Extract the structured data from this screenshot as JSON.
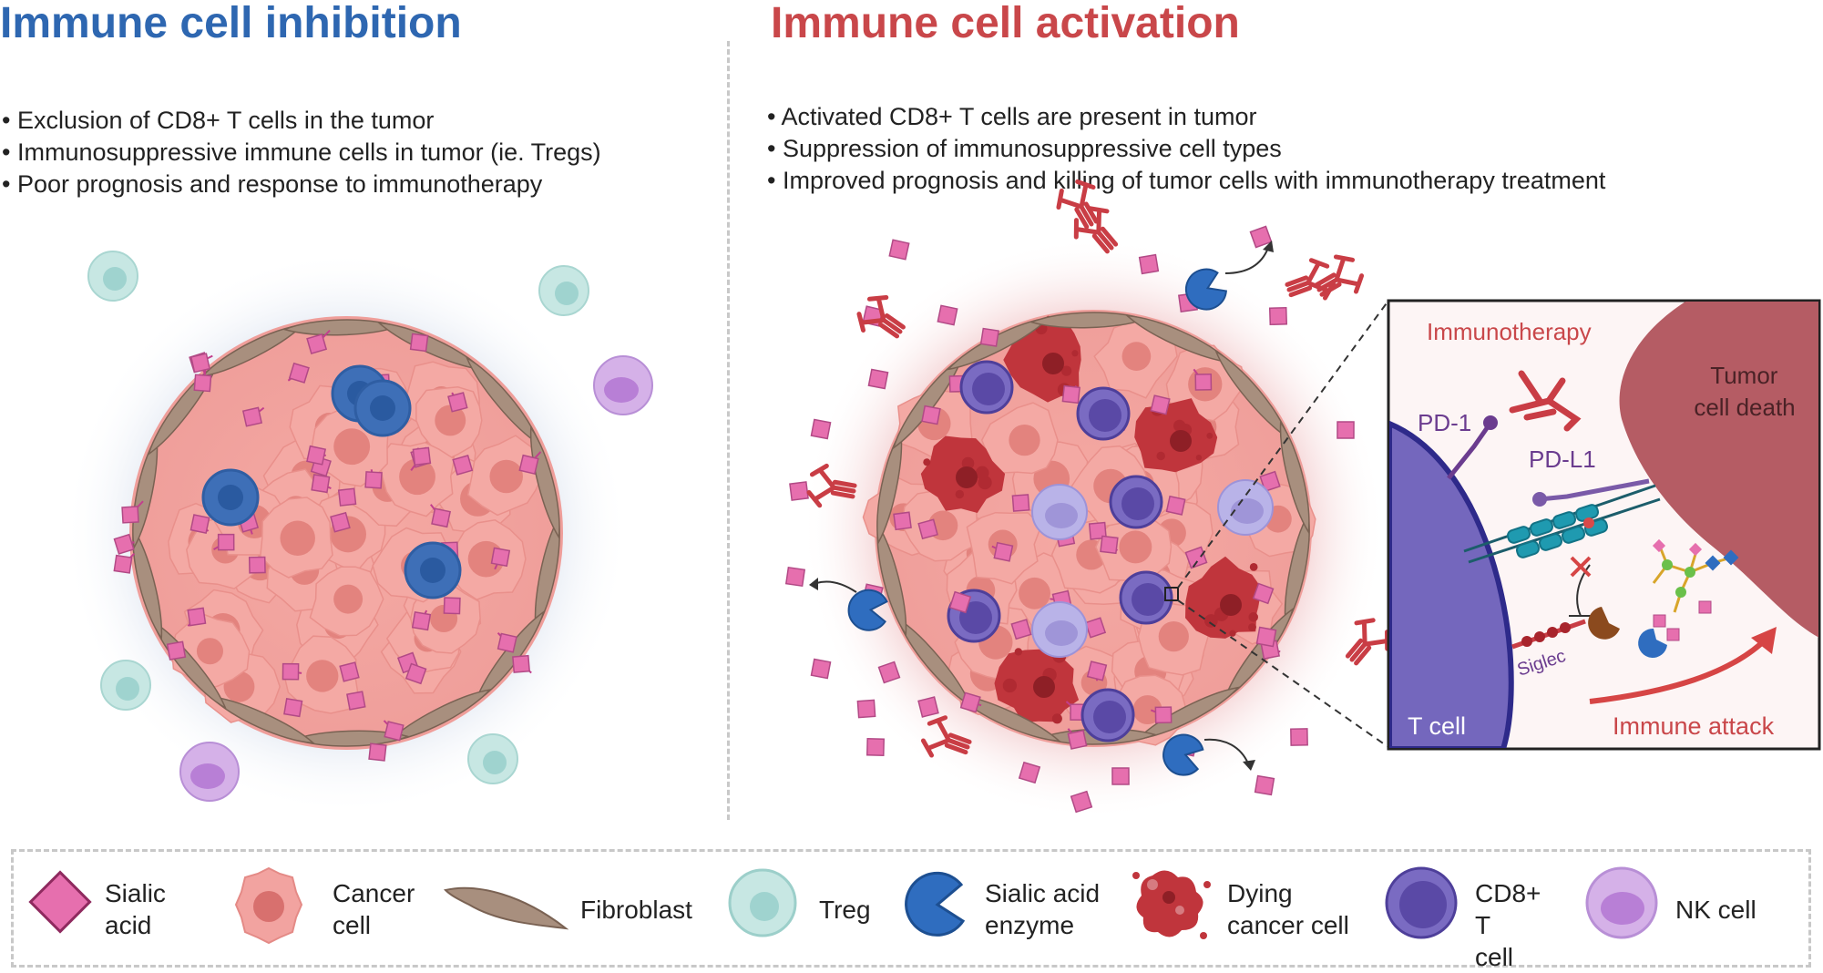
{
  "panels": {
    "left": {
      "title": "Immune cell inhibition",
      "bullets": [
        "Exclusion of CD8+ T cells in the tumor",
        "Immunosuppressive immune cells in tumor (ie. Tregs)",
        "Poor prognosis and response to immunotherapy"
      ]
    },
    "right": {
      "title": "Immune cell activation",
      "bullets": [
        "Activated CD8+ T cells are present in tumor",
        "Suppression of immunosuppressive cell types",
        "Improved prognosis and killing of tumor cells with immunotherapy treatment"
      ]
    }
  },
  "inset": {
    "immunotherapy": "Immunotherapy",
    "tumor_death": "Tumor\ncell death",
    "pd1": "PD-1",
    "pdl1": "PD-L1",
    "siglec": "Siglec",
    "tcell": "T cell",
    "immune_attack": "Immune attack"
  },
  "legend": [
    {
      "icon": "sialic-acid-icon",
      "label": "Sialic\nacid"
    },
    {
      "icon": "cancer-cell-icon",
      "label": "Cancer\ncell"
    },
    {
      "icon": "fibroblast-icon",
      "label": "Fibroblast"
    },
    {
      "icon": "treg-icon",
      "label": "Treg"
    },
    {
      "icon": "sialic-acid-enzyme-icon",
      "label": "Sialic acid\nenzyme"
    },
    {
      "icon": "dying-cancer-cell-icon",
      "label": "Dying\ncancer cell"
    },
    {
      "icon": "cd8-t-cell-icon",
      "label": "CD8+ T\ncell"
    },
    {
      "icon": "nk-cell-icon",
      "label": "NK cell"
    }
  ],
  "colors": {
    "inhibition": "#2e67b1",
    "activation": "#c9474a",
    "sialic": "#e66fae",
    "cancer": "#f2a3a0",
    "fibroblast": "#a88f7e",
    "treg": "#bfe5e2",
    "enzyme": "#2f6dbf",
    "dying": "#b02a32",
    "cd8": "#6f5fb8",
    "nk": "#c9a2e0",
    "tcell_membrane": "#7767bd",
    "tumor_membrane": "#b45a60"
  }
}
